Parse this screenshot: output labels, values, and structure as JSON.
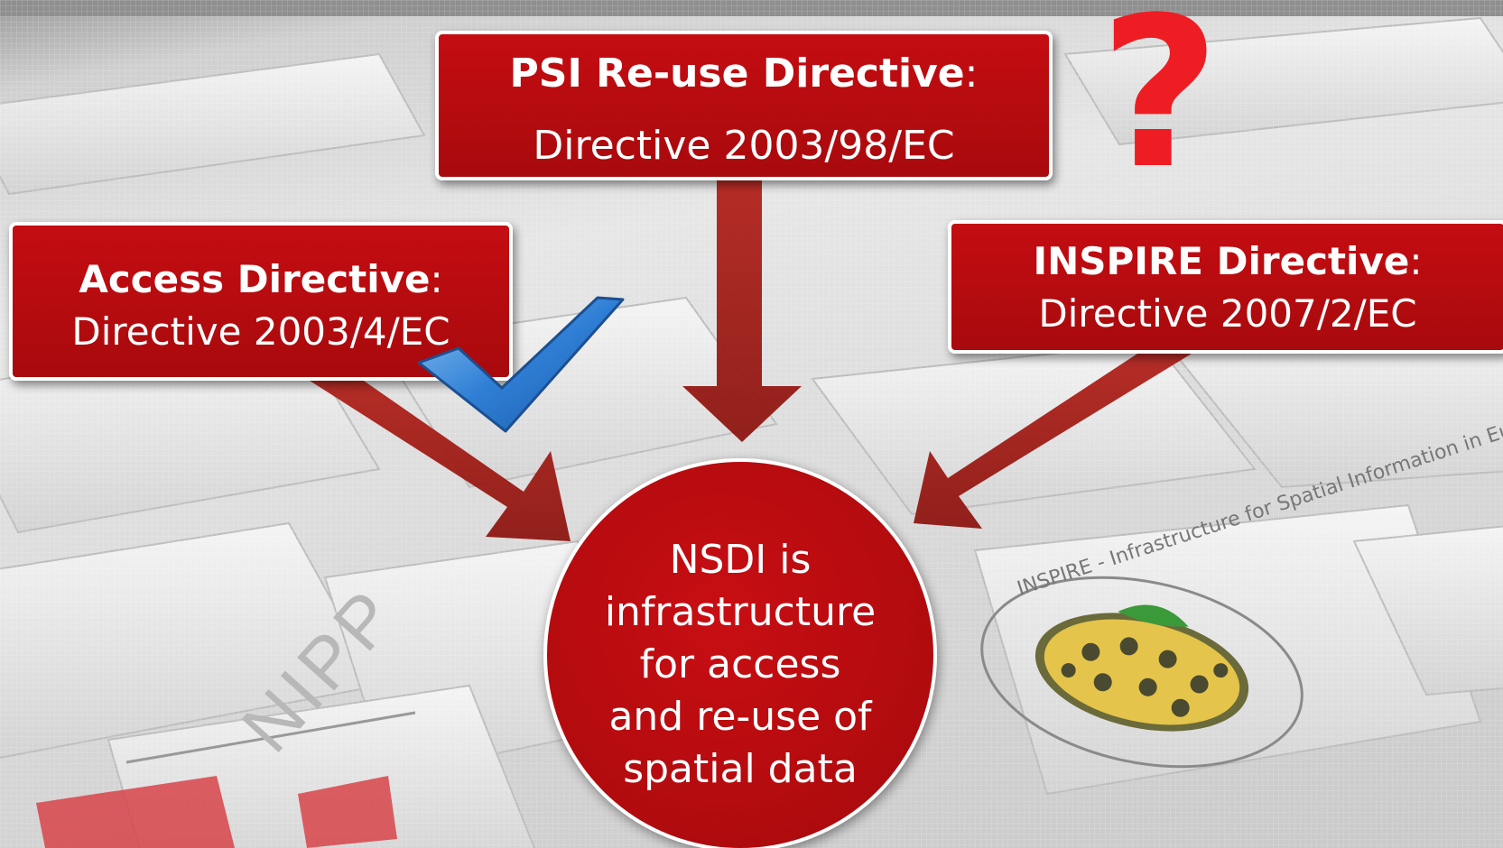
{
  "boxes": {
    "psi": {
      "title": "PSI Re-use Directive",
      "suffix": ":",
      "subtitle": "Directive 2003/98/EC"
    },
    "access": {
      "title": "Access Directive",
      "suffix": ":",
      "subtitle": "Directive 2003/4/EC"
    },
    "inspire": {
      "title": "INSPIRE Directive",
      "suffix": ":",
      "subtitle": "Directive 2007/2/EC"
    }
  },
  "center": {
    "lines": [
      "NSDI is",
      "infrastructure",
      "for access",
      "and re-use of",
      "spatial data"
    ]
  },
  "question_mark": "?",
  "logos": {
    "nipp": "NIPP",
    "inspire_ring": "INSPIRE - Infrastructure for Spatial Information in Europe"
  },
  "icons": {
    "checkmark": "checkmark-icon",
    "question": "question-mark-icon"
  },
  "colors": {
    "box_red": "#b30b0f",
    "arrow_red": "#a31b16",
    "question_red": "#ee1d23",
    "check_blue": "#2f7fd6"
  }
}
